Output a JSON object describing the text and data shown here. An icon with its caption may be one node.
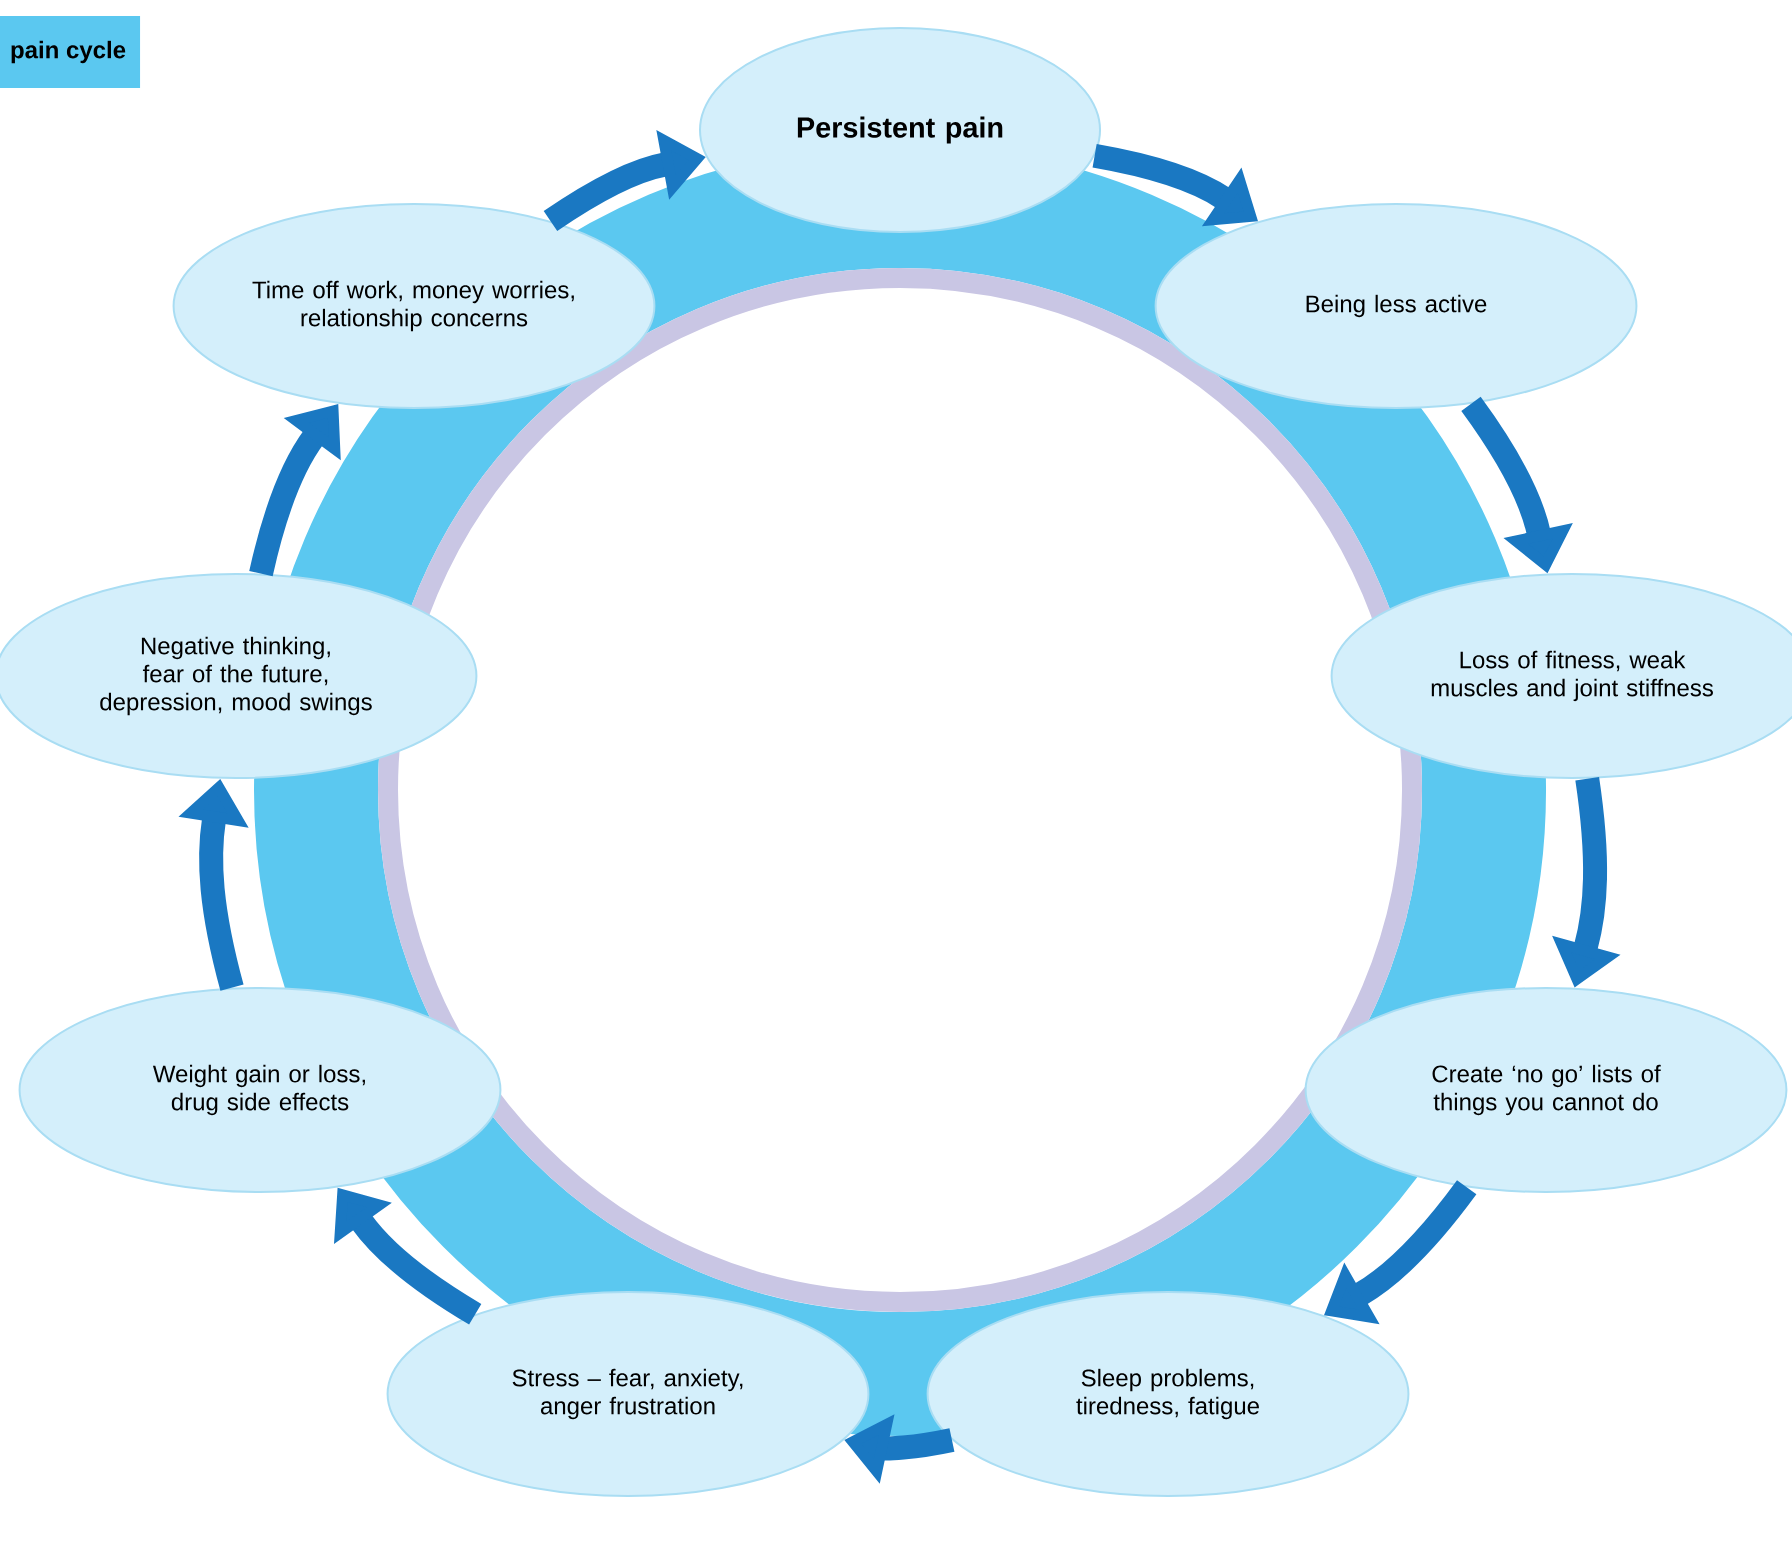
{
  "diagram": {
    "title": "pain cycle",
    "nodes": [
      {
        "text": [
          "Persistent pain"
        ]
      },
      {
        "text": [
          "Being less active"
        ]
      },
      {
        "text": [
          "Loss of fitness, weak muscles and joint stiffness"
        ]
      },
      {
        "text": [
          "Create ‘no go’ lists of things you cannot do"
        ]
      },
      {
        "text": [
          "Sleep problems, tiredness, fatigue"
        ]
      },
      {
        "text": [
          "Stress – fear, anxiety, anger frustration"
        ]
      },
      {
        "text": [
          "Weight gain or loss, drug side effects"
        ]
      },
      {
        "text": [
          "Negative thinking, fear of the future, depression, mood swings"
        ]
      },
      {
        "text": [
          "Time off work, money worries, relationship concerns"
        ]
      }
    ],
    "edges": [
      {
        "from": 0,
        "to": 1,
        "arrow": "to"
      },
      {
        "from": 1,
        "to": 2,
        "arrow": "to"
      },
      {
        "from": 2,
        "to": 3,
        "arrow": "to"
      },
      {
        "from": 3,
        "to": 4,
        "arrow": "to"
      },
      {
        "from": 4,
        "to": 5,
        "arrow": "to"
      },
      {
        "from": 5,
        "to": 6,
        "arrow": "to"
      },
      {
        "from": 6,
        "to": 7,
        "arrow": "to"
      },
      {
        "from": 7,
        "to": 8,
        "arrow": "to"
      },
      {
        "from": 8,
        "to": 0,
        "arrow": "to"
      }
    ]
  }
}
